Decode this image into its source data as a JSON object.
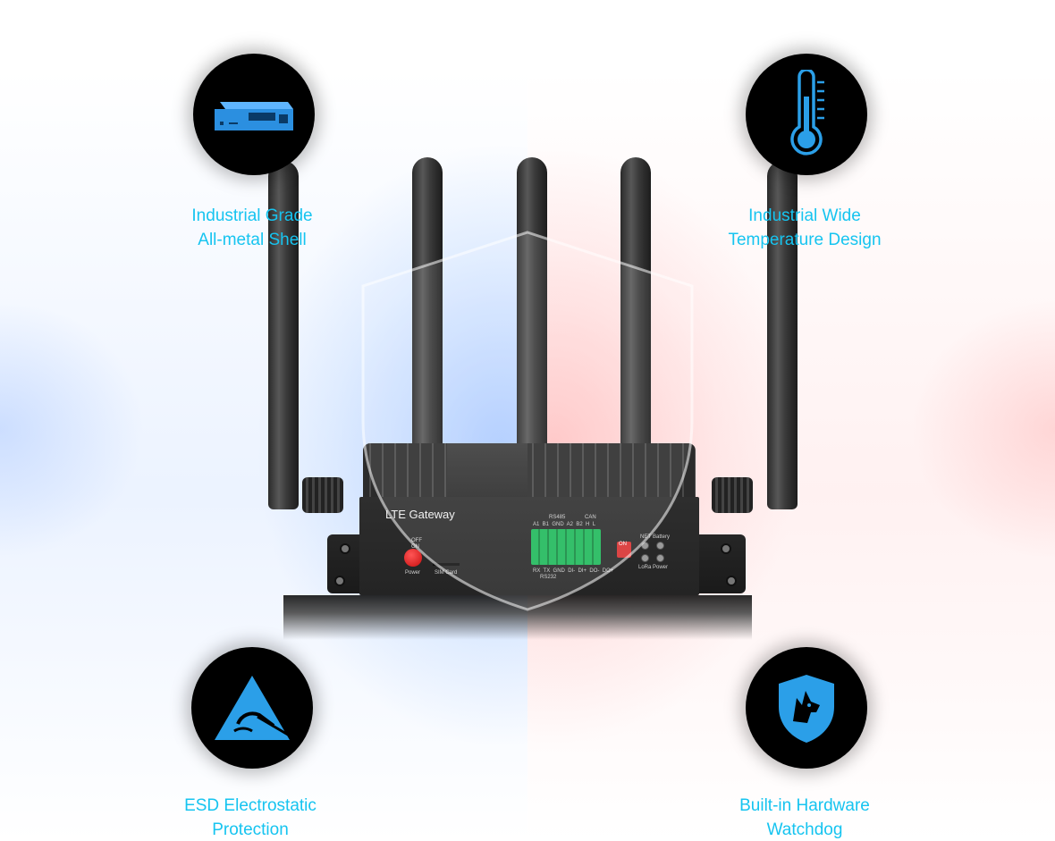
{
  "colors": {
    "accent": "#16c4f0",
    "icon_blue": "#2b8fe0",
    "left_glow": "#9fc2ff",
    "right_glow": "#ffb3b3"
  },
  "features": [
    {
      "icon": "metal-enclosure-icon",
      "line1": "Industrial Grade",
      "line2": "All-metal Shell"
    },
    {
      "icon": "thermometer-icon",
      "line1": "Industrial Wide",
      "line2": "Temperature Design"
    },
    {
      "icon": "esd-warning-icon",
      "line1": "ESD Electrostatic",
      "line2": "Protection"
    },
    {
      "icon": "watchdog-shield-icon",
      "line1": "Built-in Hardware",
      "line2": "Watchdog"
    }
  ],
  "device": {
    "name": "LTE Gateway",
    "power_switch_off": "OFF",
    "power_switch_on": "ON",
    "power_label": "Power",
    "sim_label": "SIM Card",
    "rs485_label": "RS485",
    "can_label": "CAN",
    "rs485_pins": "A1  B1  GND  A2  B2  H  L",
    "rs232_pins": "RX  TX  GND  DI-  DI+  DO-  DO+",
    "rs232_label": "RS232",
    "dip_on": "ON",
    "led_net": "NET",
    "led_battery": "Battery",
    "led_lora": "LoRa",
    "led_power": "Power"
  }
}
